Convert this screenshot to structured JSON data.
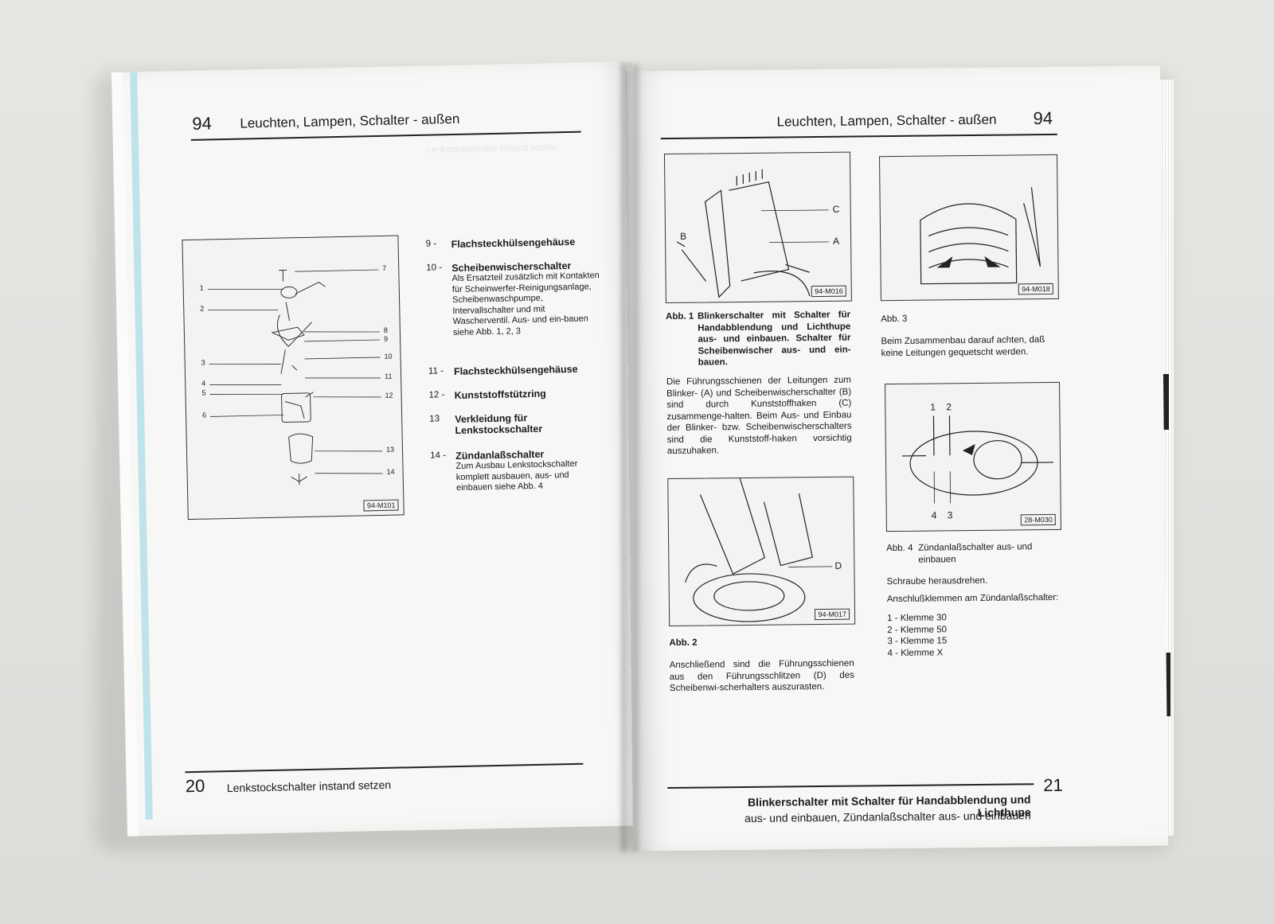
{
  "left_page": {
    "chapter_number": "94",
    "chapter_title": "Leuchten, Lampen, Schalter - außen",
    "page_number": "20",
    "footer_title": "Lenkstockschalter instand setzen",
    "figure_code": "94-M101",
    "callouts_left": [
      "1",
      "2",
      "3",
      "4",
      "5",
      "6"
    ],
    "callouts_right": [
      "7",
      "8",
      "9",
      "10",
      "11",
      "12",
      "13",
      "14"
    ],
    "legend": [
      {
        "num": "9 -",
        "title": "Flachsteckhülsengehäuse",
        "desc": ""
      },
      {
        "num": "10 -",
        "title": "Scheibenwischerschalter",
        "desc": "Als Ersatzteil zusätzlich mit Kontakten für Scheinwerfer-Reinigungsanlage, Scheibenwaschpumpe, Intervallschalter und mit Wascherventil. Aus- und ein-bauen siehe Abb. 1, 2, 3"
      },
      {
        "num": "11 -",
        "title": "Flachsteckhülsengehäuse",
        "desc": ""
      },
      {
        "num": "12 -",
        "title": "Kunststoffstützring",
        "desc": ""
      },
      {
        "num": "13",
        "title": "Verkleidung für Lenkstockschalter",
        "desc": ""
      },
      {
        "num": "14 -",
        "title": "Zündanlaßschalter",
        "desc": "Zum Ausbau Lenkstockschalter komplett ausbauen, aus- und einbauen siehe Abb. 4"
      }
    ]
  },
  "right_page": {
    "chapter_title": "Leuchten, Lampen, Schalter - außen",
    "chapter_number": "94",
    "page_number": "21",
    "footer_line1": "Blinkerschalter mit Schalter für Handabblendung und Lichthupe",
    "footer_line2": "aus- und einbauen, Zündanlaßschalter aus- und einbauen",
    "fig1": {
      "code": "94-M016",
      "labels": [
        "C",
        "B",
        "A"
      ],
      "caption_label": "Abb. 1",
      "caption": "Blinkerschalter mit Schalter für Handabblendung und Lichthupe aus- und einbauen. Schalter für Scheibenwischer aus- und ein-bauen.",
      "text": "Die Führungsschienen der Leitungen zum Blinker- (A) und Scheibenwischerschalter (B) sind durch Kunststoffhaken (C) zusammenge-halten. Beim Aus- und Einbau der Blinker- bzw. Scheibenwischerschalters sind die Kunststoff-haken vorsichtig auszuhaken."
    },
    "fig2": {
      "code": "94-M017",
      "labels": [
        "D"
      ],
      "caption_label": "Abb. 2",
      "text": "Anschließend sind die Führungsschienen aus den Führungsschlitzen (D) des Scheibenwi-scherhalters auszurasten."
    },
    "fig3": {
      "code": "94-M018",
      "caption_label": "Abb. 3",
      "text": "Beim Zusammenbau darauf achten, daß keine Leitungen gequetscht werden."
    },
    "fig4": {
      "code": "28-M030",
      "labels": [
        "1",
        "2",
        "4",
        "3"
      ],
      "caption_label": "Abb. 4",
      "caption": "Zündanlaßschalter aus- und einbauen",
      "step1": "Schraube herausdrehen.",
      "step2": "Anschlußklemmen am Zündanlaßschalter:",
      "terminals": [
        "1 - Klemme 30",
        "2 - Klemme 50",
        "3 - Klemme 15",
        "4 - Klemme X"
      ]
    }
  }
}
